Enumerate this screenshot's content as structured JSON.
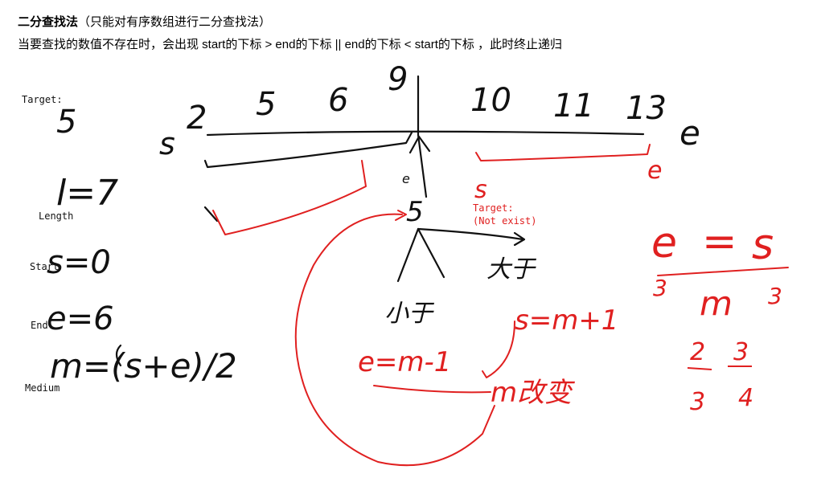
{
  "header": {
    "title_bold": "二分查找法",
    "title_note": "（只能对有序数组进行二分查找法）",
    "subtitle": "当要查找的数值不存在时，会出现 start的下标 > end的下标 || end的下标 < start的下标 ，此时终止递归"
  },
  "labels": {
    "target": "Target:",
    "length": "Length",
    "start": "Start",
    "end": "End",
    "medium": "Medium",
    "target_red": "Target:",
    "not_exist": "(Not exist)"
  },
  "handwriting": {
    "array": [
      "2",
      "5",
      "6",
      "9",
      "10",
      "11",
      "13"
    ],
    "target_value": "5",
    "s_mark": "s",
    "e_mark": "e",
    "length_eq": "l=7",
    "start_eq": "s=0",
    "end_eq": "e=6",
    "mid_eq": "m=(s+e)/2",
    "red_e": "e",
    "red_s": "s",
    "mid_s": "5",
    "mid_e": "e",
    "less": "小于",
    "greater": "大于",
    "e_update": "e=m-1",
    "s_update": "s=m+1",
    "m_change": "m改变",
    "eq_e": "e",
    "eq_s": "s",
    "eq_m": "m",
    "sub3a": "3",
    "sub3b": "3",
    "frac_2": "2",
    "frac_3a": "3",
    "frac_3b": "3",
    "frac_4": "4"
  },
  "colors": {
    "ink": "#111111",
    "red": "#e02020"
  }
}
